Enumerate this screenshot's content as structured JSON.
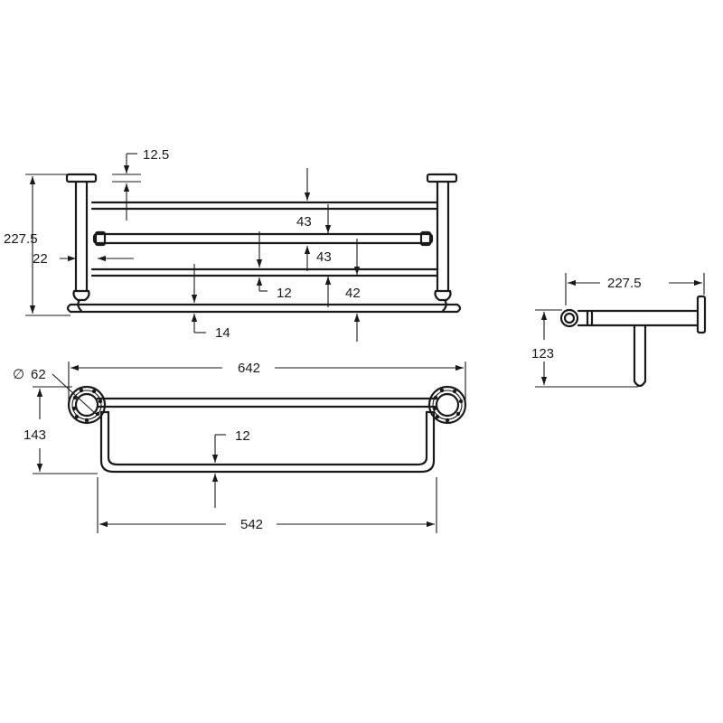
{
  "front_view": {
    "overall_height": "227.5",
    "top_offset": "12.5",
    "side_offset": "22",
    "spacing_a": "43",
    "spacing_b": "43",
    "spacing_c": "42",
    "rail_gap": "12",
    "bottom_offset": "14"
  },
  "top_view": {
    "flange_diameter_symbol": "∅",
    "flange_diameter": "62",
    "overall_width": "642",
    "depth": "143",
    "loop_gap": "12",
    "inner_width": "542"
  },
  "side_view": {
    "projection": "227.5",
    "height": "123"
  }
}
